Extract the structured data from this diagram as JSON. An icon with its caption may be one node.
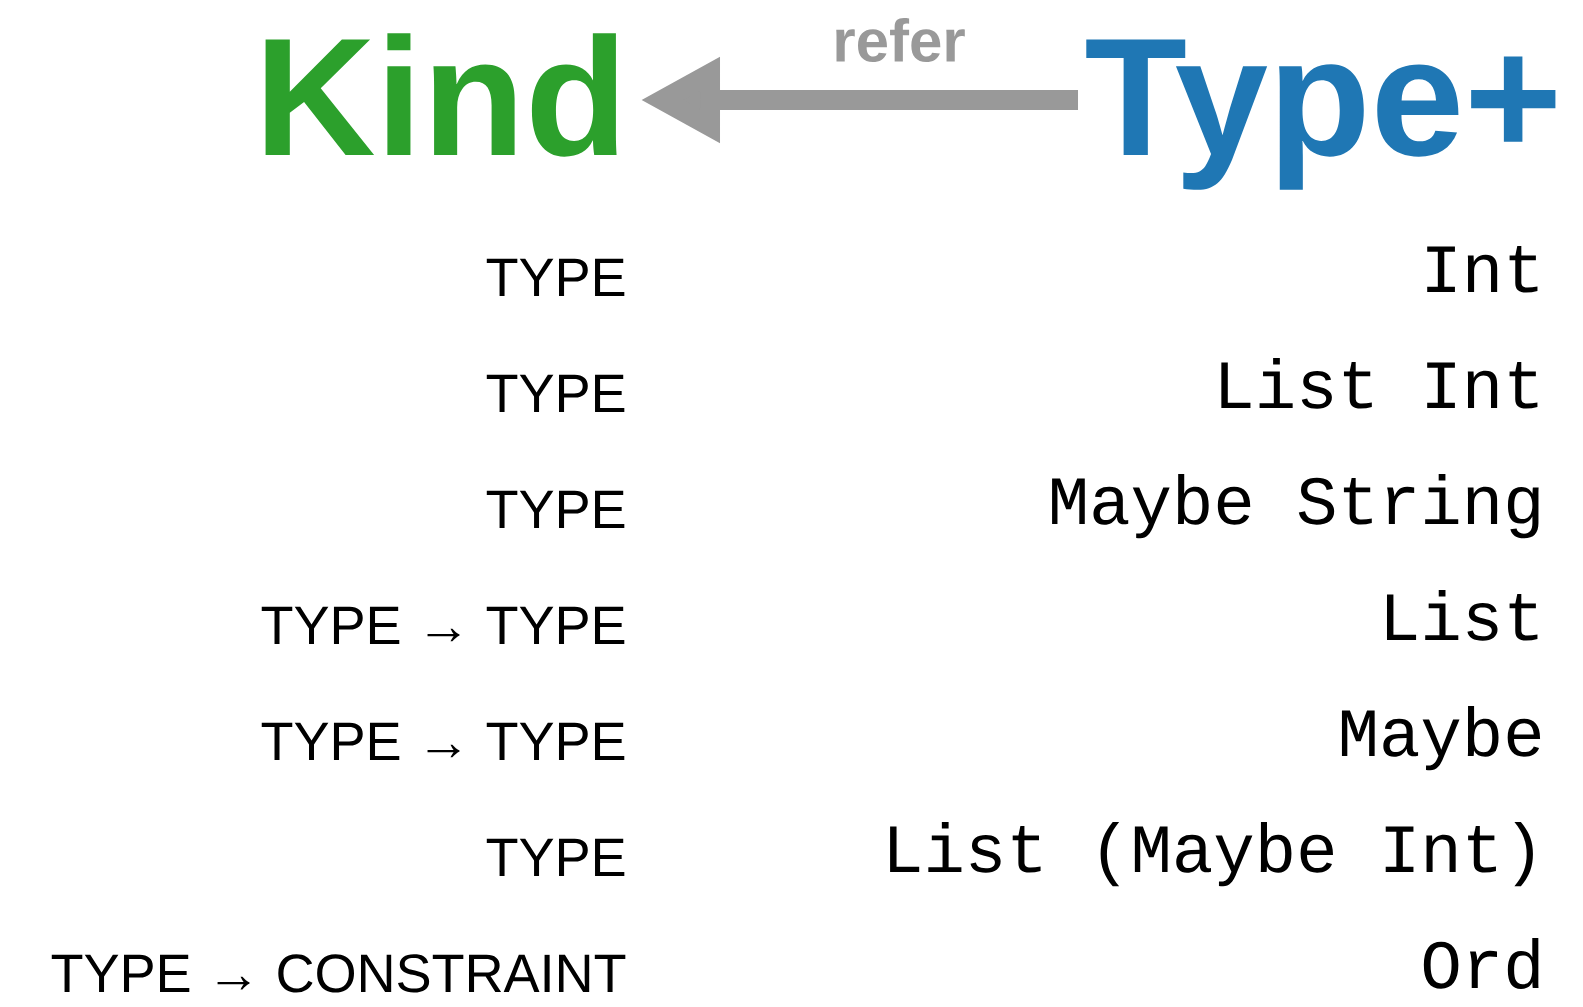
{
  "diagram": {
    "nodes": [
      {
        "text": [
          "Kind"
        ]
      },
      {
        "text": [
          "Type+"
        ]
      }
    ],
    "edges": [
      {
        "from": 1,
        "to": 0,
        "arrow": "to",
        "label": "refer",
        "color": "#999999"
      }
    ],
    "labels": [
      "TYPE",
      "Int",
      "TYPE",
      "List Int",
      "TYPE",
      "Maybe String",
      "TYPE → TYPE",
      "List",
      "TYPE → TYPE",
      "Maybe",
      "TYPE",
      "List (Maybe Int)",
      "TYPE → CONSTRAINT",
      "Ord"
    ]
  }
}
